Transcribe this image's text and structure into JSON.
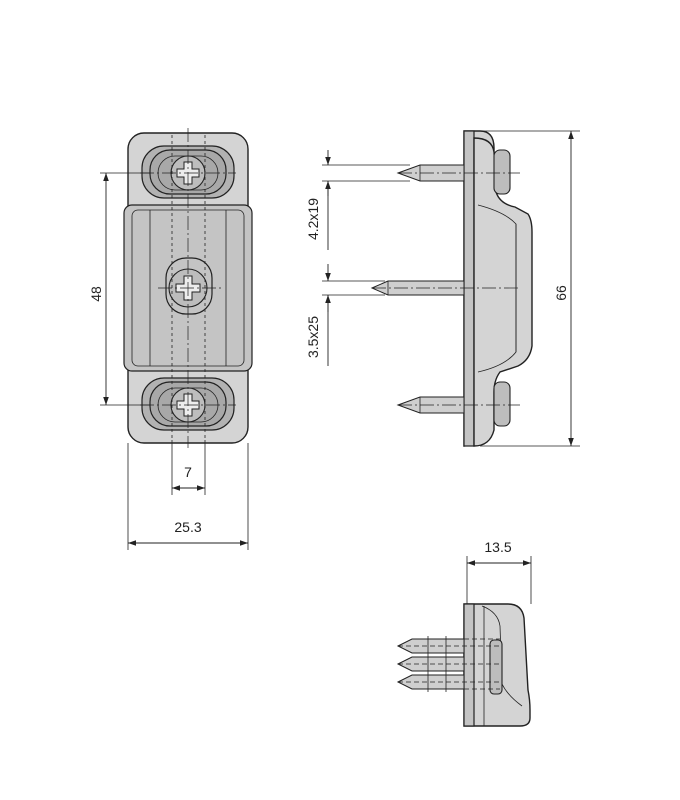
{
  "dimensions": {
    "front_view": {
      "hole_spacing": "48",
      "center_offset": "7",
      "overall_width": "25.3"
    },
    "side_view": {
      "screw_small": "4.2x19",
      "screw_large": "3.5x25",
      "overall_height": "66"
    },
    "bottom_view": {
      "depth": "13.5"
    }
  },
  "colors": {
    "body": "#d4d4d4",
    "outline": "#222222",
    "shade": "#b2b2b2"
  }
}
